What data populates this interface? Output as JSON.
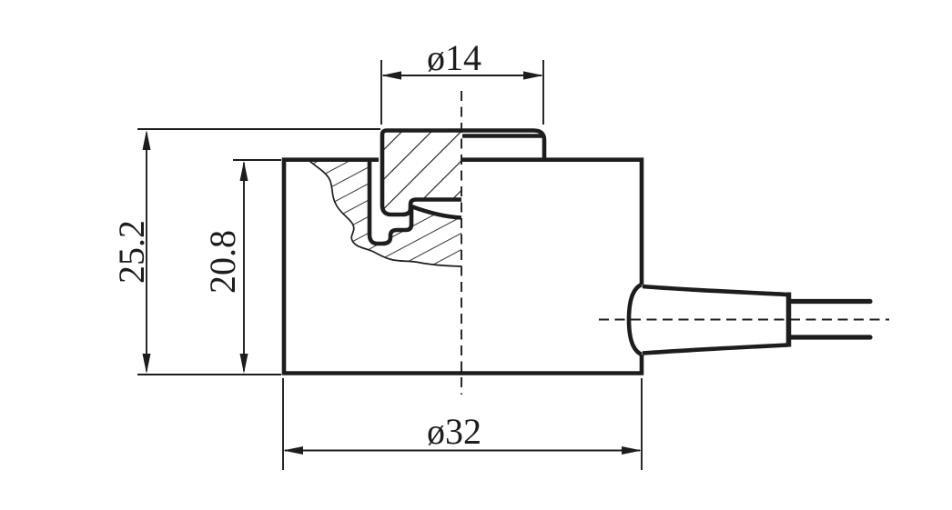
{
  "drawing": {
    "background_color": "#ffffff",
    "line_color": "#1d1d1d",
    "dimension_labels": {
      "cap_diameter": "ø14",
      "overall_height": "25.2",
      "body_height": "20.8",
      "body_diameter": "ø32"
    }
  }
}
